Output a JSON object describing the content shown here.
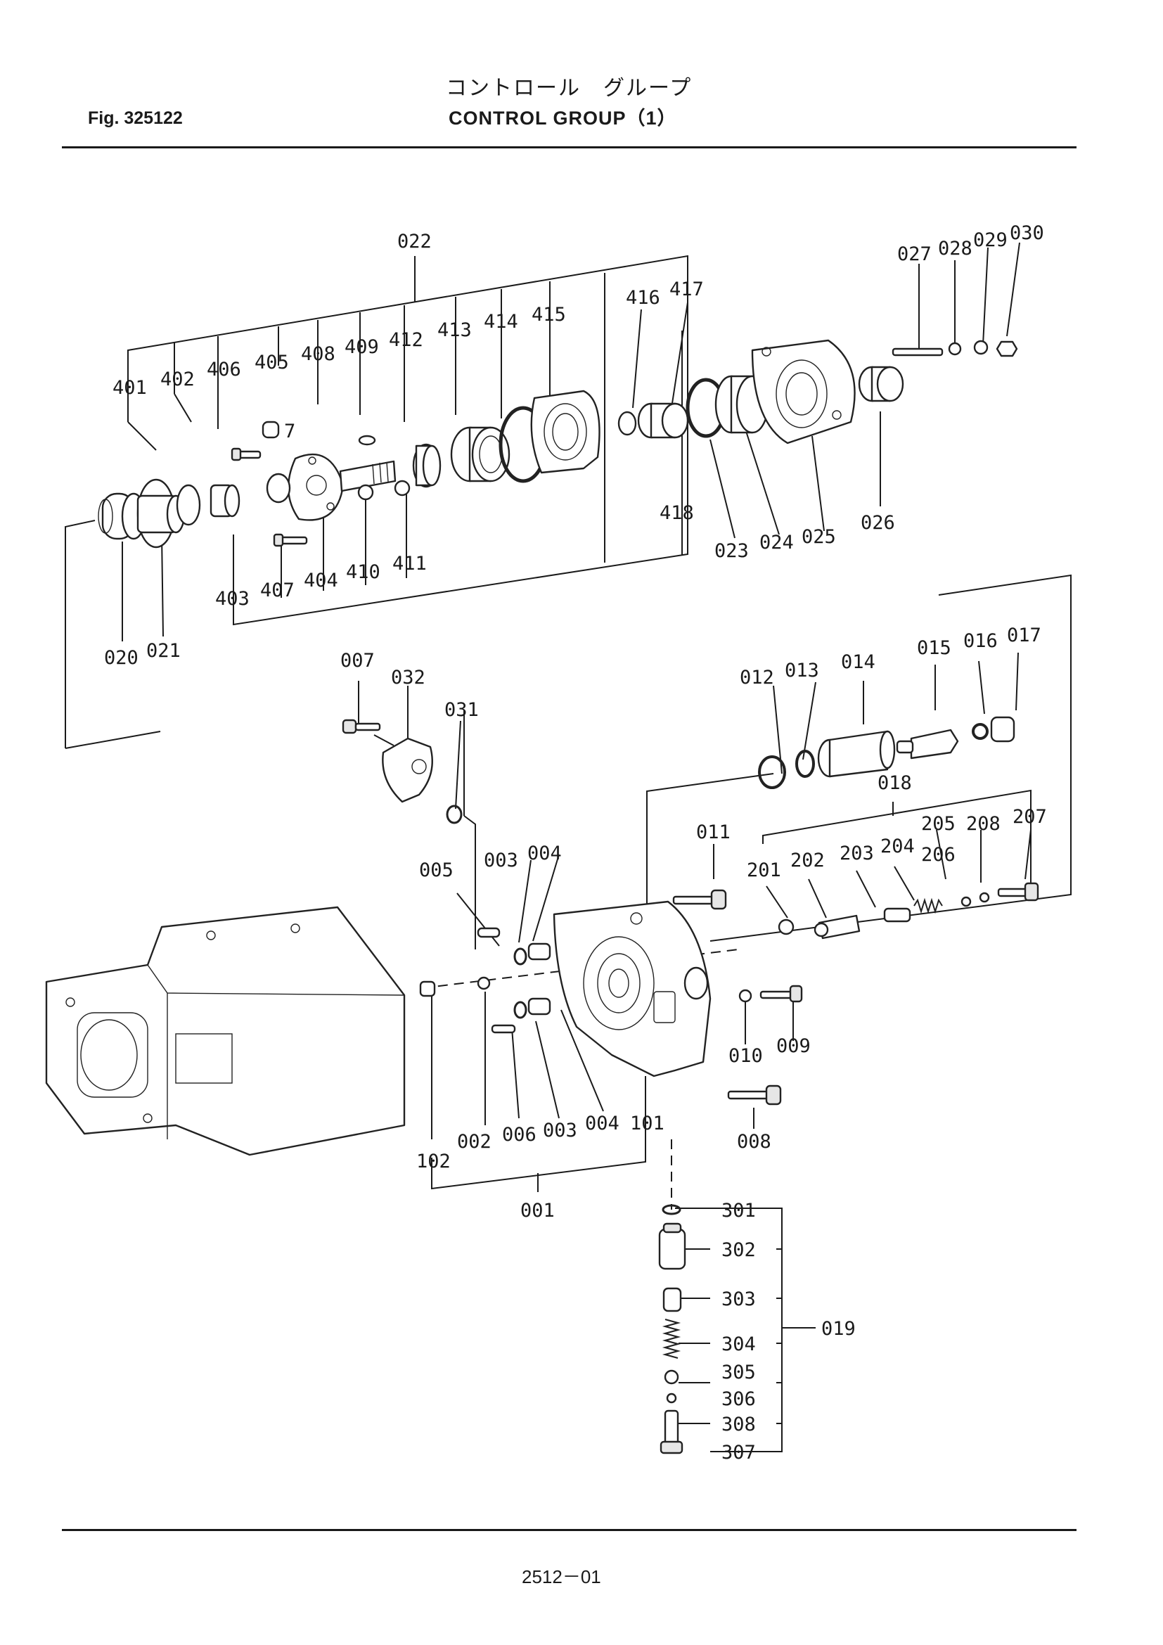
{
  "figure": {
    "fig_label": "Fig. 325122",
    "title_jp": "コントロール　グループ",
    "title_en": "CONTROL  GROUP（1）",
    "page_number": "2512－01"
  },
  "callouts": {
    "c001": "001",
    "c002": "002",
    "c003a": "003",
    "c003b": "003",
    "c004a": "004",
    "c004b": "004",
    "c005": "005",
    "c006": "006",
    "c007": "007",
    "c008": "008",
    "c009": "009",
    "c010": "010",
    "c011": "011",
    "c012": "012",
    "c013": "013",
    "c014": "014",
    "c015": "015",
    "c016": "016",
    "c017": "017",
    "c018": "018",
    "c019": "019",
    "c020": "020",
    "c021": "021",
    "c022": "022",
    "c023": "023",
    "c024": "024",
    "c025": "025",
    "c026": "026",
    "c027": "027",
    "c028": "028",
    "c029": "029",
    "c030": "030",
    "c031": "031",
    "c032": "032",
    "c101": "101",
    "c102": "102",
    "c201": "201",
    "c202": "202",
    "c203": "203",
    "c204": "204",
    "c205": "205",
    "c206": "206",
    "c207": "207",
    "c208": "208",
    "c301": "301",
    "c302": "302",
    "c303": "303",
    "c304": "304",
    "c305": "305",
    "c306": "306",
    "c307": "307",
    "c308": "308",
    "c401": "401",
    "c402": "402",
    "c403": "403",
    "c404": "404",
    "c405": "405",
    "c406": "406",
    "c407": "407",
    "c408": "408",
    "c409": "409",
    "c410": "410",
    "c411": "411",
    "c412": "412",
    "c413": "413",
    "c414": "414",
    "c415": "415",
    "c416": "416",
    "c417": "417",
    "c418": "418",
    "c7": "7"
  }
}
